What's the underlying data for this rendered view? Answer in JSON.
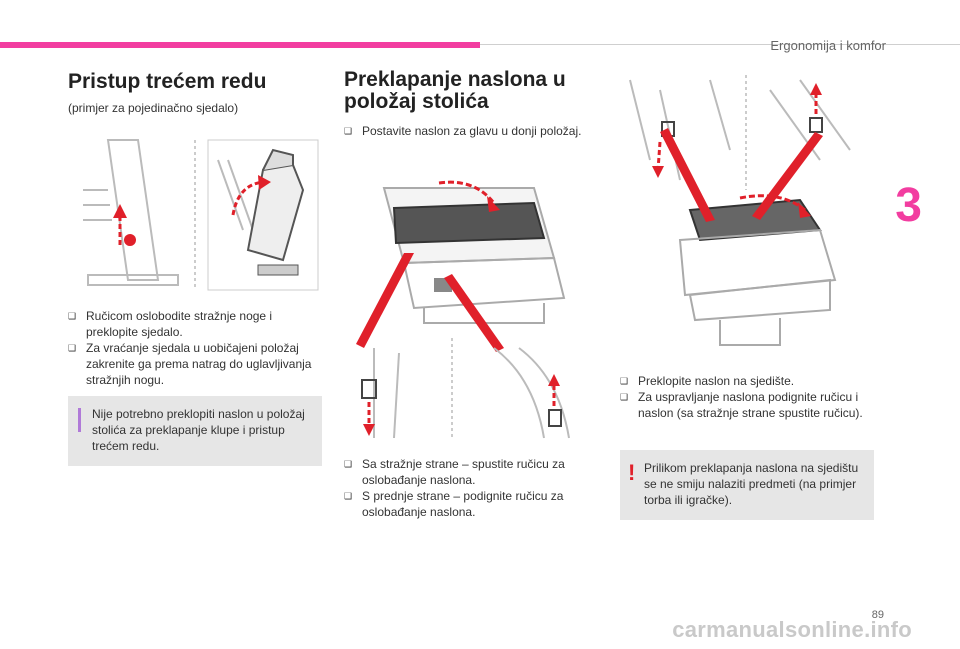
{
  "header": "Ergonomija i komfor",
  "chapter_number": "3",
  "page_number": "89",
  "watermark": "carmanualsonline.info",
  "left": {
    "title": "Pristup trećem redu",
    "subtitle": "(primjer za pojedinačno sjedalo)",
    "bullets": [
      "Ručicom oslobodite stražnje noge i preklopite sjedalo.",
      "Za vraćanje sjedala u uobičajeni položaj zakrenite ga prema natrag do uglavljivanja stražnjih nogu."
    ],
    "note": "Nije potrebno preklopiti naslon u položaj stolića za preklapanje klupe i pristup trećem redu."
  },
  "middle": {
    "title_line1": "Preklapanje naslona u",
    "title_line2": "položaj stolića",
    "intro_bullet": "Postavite naslon za glavu u donji položaj.",
    "bullets": [
      "Sa stražnje strane – spustite ručicu za oslobađanje naslona.",
      "S prednje strane – podignite ručicu za oslobađanje naslona."
    ]
  },
  "right": {
    "bullets": [
      "Preklopite naslon na sjedište.",
      "Za uspravljanje naslona podignite ručicu i naslon (sa stražnje strane spustite ručicu)."
    ],
    "warning": "Prilikom preklapanja naslona na sjedištu se ne smiju nalaziti predmeti (na primjer torba ili igračke)."
  },
  "colors": {
    "accent": "#f23da0",
    "arrow": "#e0202a",
    "info": "#b07ad8",
    "warning": "#e0202a"
  },
  "icons": {
    "bullet": "❑",
    "info": "i",
    "warning": "!"
  }
}
